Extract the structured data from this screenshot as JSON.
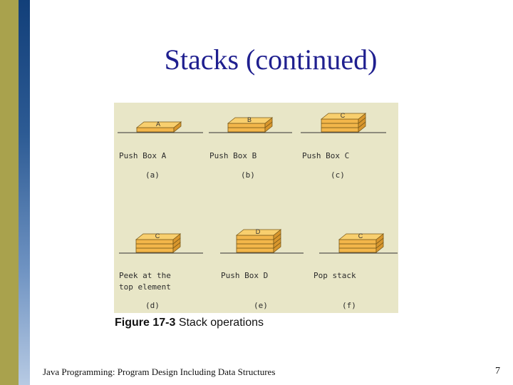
{
  "slide": {
    "title": "Stacks (continued)",
    "footer": "Java Programming: Program Design Including Data Structures",
    "page_number": "7"
  },
  "figure": {
    "caption_label": "Figure 17-3",
    "caption_text": "Stack operations",
    "panels": [
      {
        "op_line1": "Push Box A",
        "op_line2": "",
        "tag": "(a)",
        "box_letter": "A"
      },
      {
        "op_line1": "Push Box B",
        "op_line2": "",
        "tag": "(b)",
        "box_letter": "B"
      },
      {
        "op_line1": "Push Box C",
        "op_line2": "",
        "tag": "(c)",
        "box_letter": "C"
      },
      {
        "op_line1": "Peek at the",
        "op_line2": "top element",
        "tag": "(d)",
        "box_letter": "C"
      },
      {
        "op_line1": "Push Box D",
        "op_line2": "",
        "tag": "(e)",
        "box_letter": "D"
      },
      {
        "op_line1": "Pop stack",
        "op_line2": "",
        "tag": "(f)",
        "box_letter": "C"
      }
    ]
  },
  "colors": {
    "title": "#1f1f8f",
    "box_front": "#f3b64a",
    "box_top": "#f8cf6e",
    "box_side": "#d8962d",
    "figure_bg": "#e8e6c7"
  }
}
